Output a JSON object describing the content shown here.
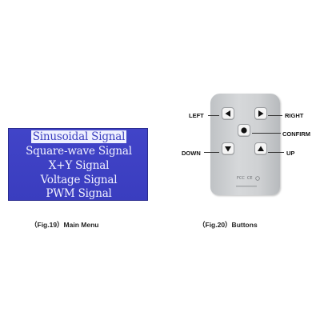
{
  "menu": {
    "items": [
      {
        "label": "Sinusoidal Signal",
        "selected": true
      },
      {
        "label": "Square-wave Signal",
        "selected": false
      },
      {
        "label": "X+Y Signal",
        "selected": false
      },
      {
        "label": "Voltage Signal",
        "selected": false
      },
      {
        "label": "PWM Signal",
        "selected": false
      }
    ],
    "caption": "（Fig.19）Main Menu",
    "background_color": "#3d40c4",
    "text_color": "#f2f2ff"
  },
  "remote": {
    "buttons": {
      "left": {
        "label": "LEFT",
        "icon": "triangle-left-icon"
      },
      "right": {
        "label": "RIGHT",
        "icon": "triangle-right-icon"
      },
      "confirm": {
        "label": "CONFIRM",
        "icon": "dot-icon"
      },
      "down": {
        "label": "DOWN",
        "icon": "triangle-down-icon"
      },
      "up": {
        "label": "UP",
        "icon": "triangle-up-icon"
      }
    },
    "marks": [
      "FCC",
      "CE",
      "recycle"
    ],
    "body_color": "#cfd1d3",
    "caption": "（Fig.20）Buttons"
  }
}
